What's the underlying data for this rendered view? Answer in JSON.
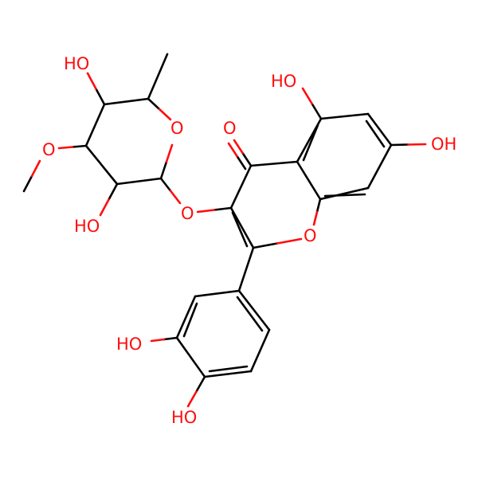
{
  "colors": {
    "background": "#ffffff",
    "carbon_bond": "#000000",
    "oxygen": "#ff0d0d"
  },
  "labels": {
    "oh_sugar_top": "HO",
    "o_ring_sugar": "O",
    "o_methoxy": "O",
    "oh_sugar_bottom": "HO",
    "o_glycosidic": "O",
    "o_carbonyl": "O",
    "oh_c5": "HO",
    "oh_c7": "OH",
    "o_ring_chromone": "O",
    "oh_meta": "HO",
    "oh_para": "HO"
  }
}
